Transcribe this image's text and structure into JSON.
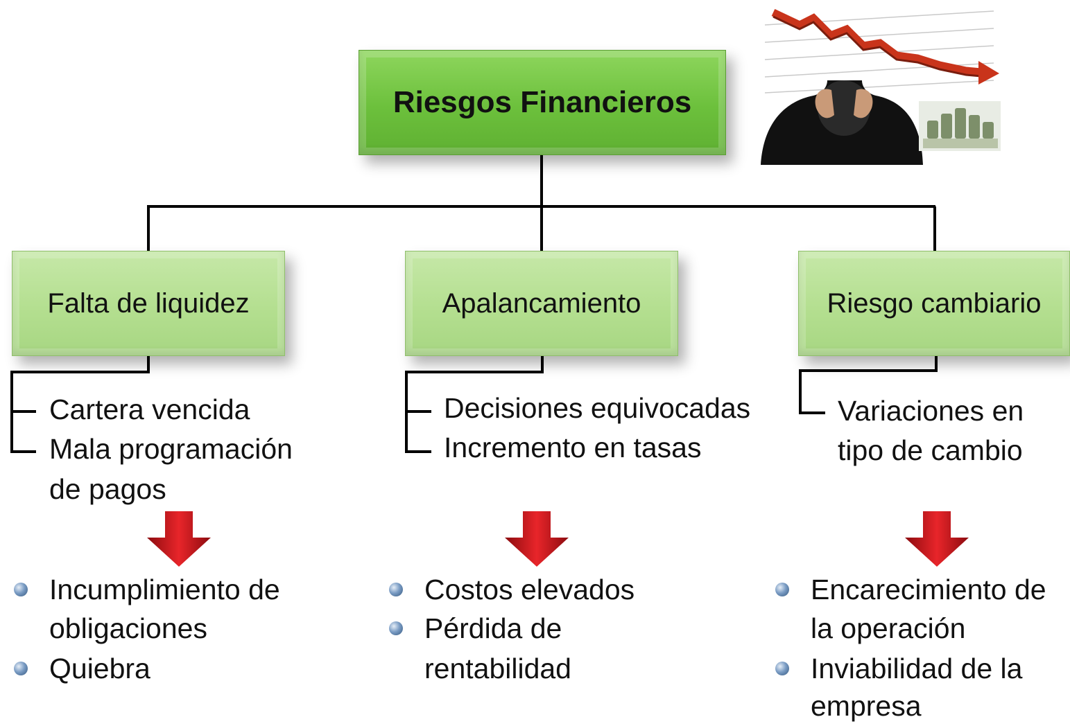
{
  "root": {
    "label": "Riesgos Financieros"
  },
  "categories": [
    {
      "label": "Falta de liquidez",
      "causes": [
        "Cartera vencida",
        "Mala programación",
        "de pagos"
      ],
      "effects": [
        "Incumplimiento de",
        "obligaciones",
        "Quiebra"
      ]
    },
    {
      "label": "Apalancamiento",
      "causes": [
        "Decisiones equivocadas",
        "Incremento en tasas"
      ],
      "effects": [
        "Costos elevados",
        "Pérdida de",
        "rentabilidad"
      ]
    },
    {
      "label": "Riesgo cambiario",
      "causes": [
        "Variaciones en",
        "tipo de cambio"
      ],
      "effects": [
        "Encarecimiento de",
        "la operación",
        "Inviabilidad de la",
        "empresa"
      ]
    }
  ],
  "colors": {
    "root_fill": "#6cc03c",
    "child_fill": "#b4df90",
    "connector": "#000000",
    "arrow_red": "#d0161b",
    "bullet": "#5b7fa8"
  },
  "icons": [
    "down-arrow-icon",
    "bullet-icon",
    "stress-chart-illustration-icon"
  ]
}
